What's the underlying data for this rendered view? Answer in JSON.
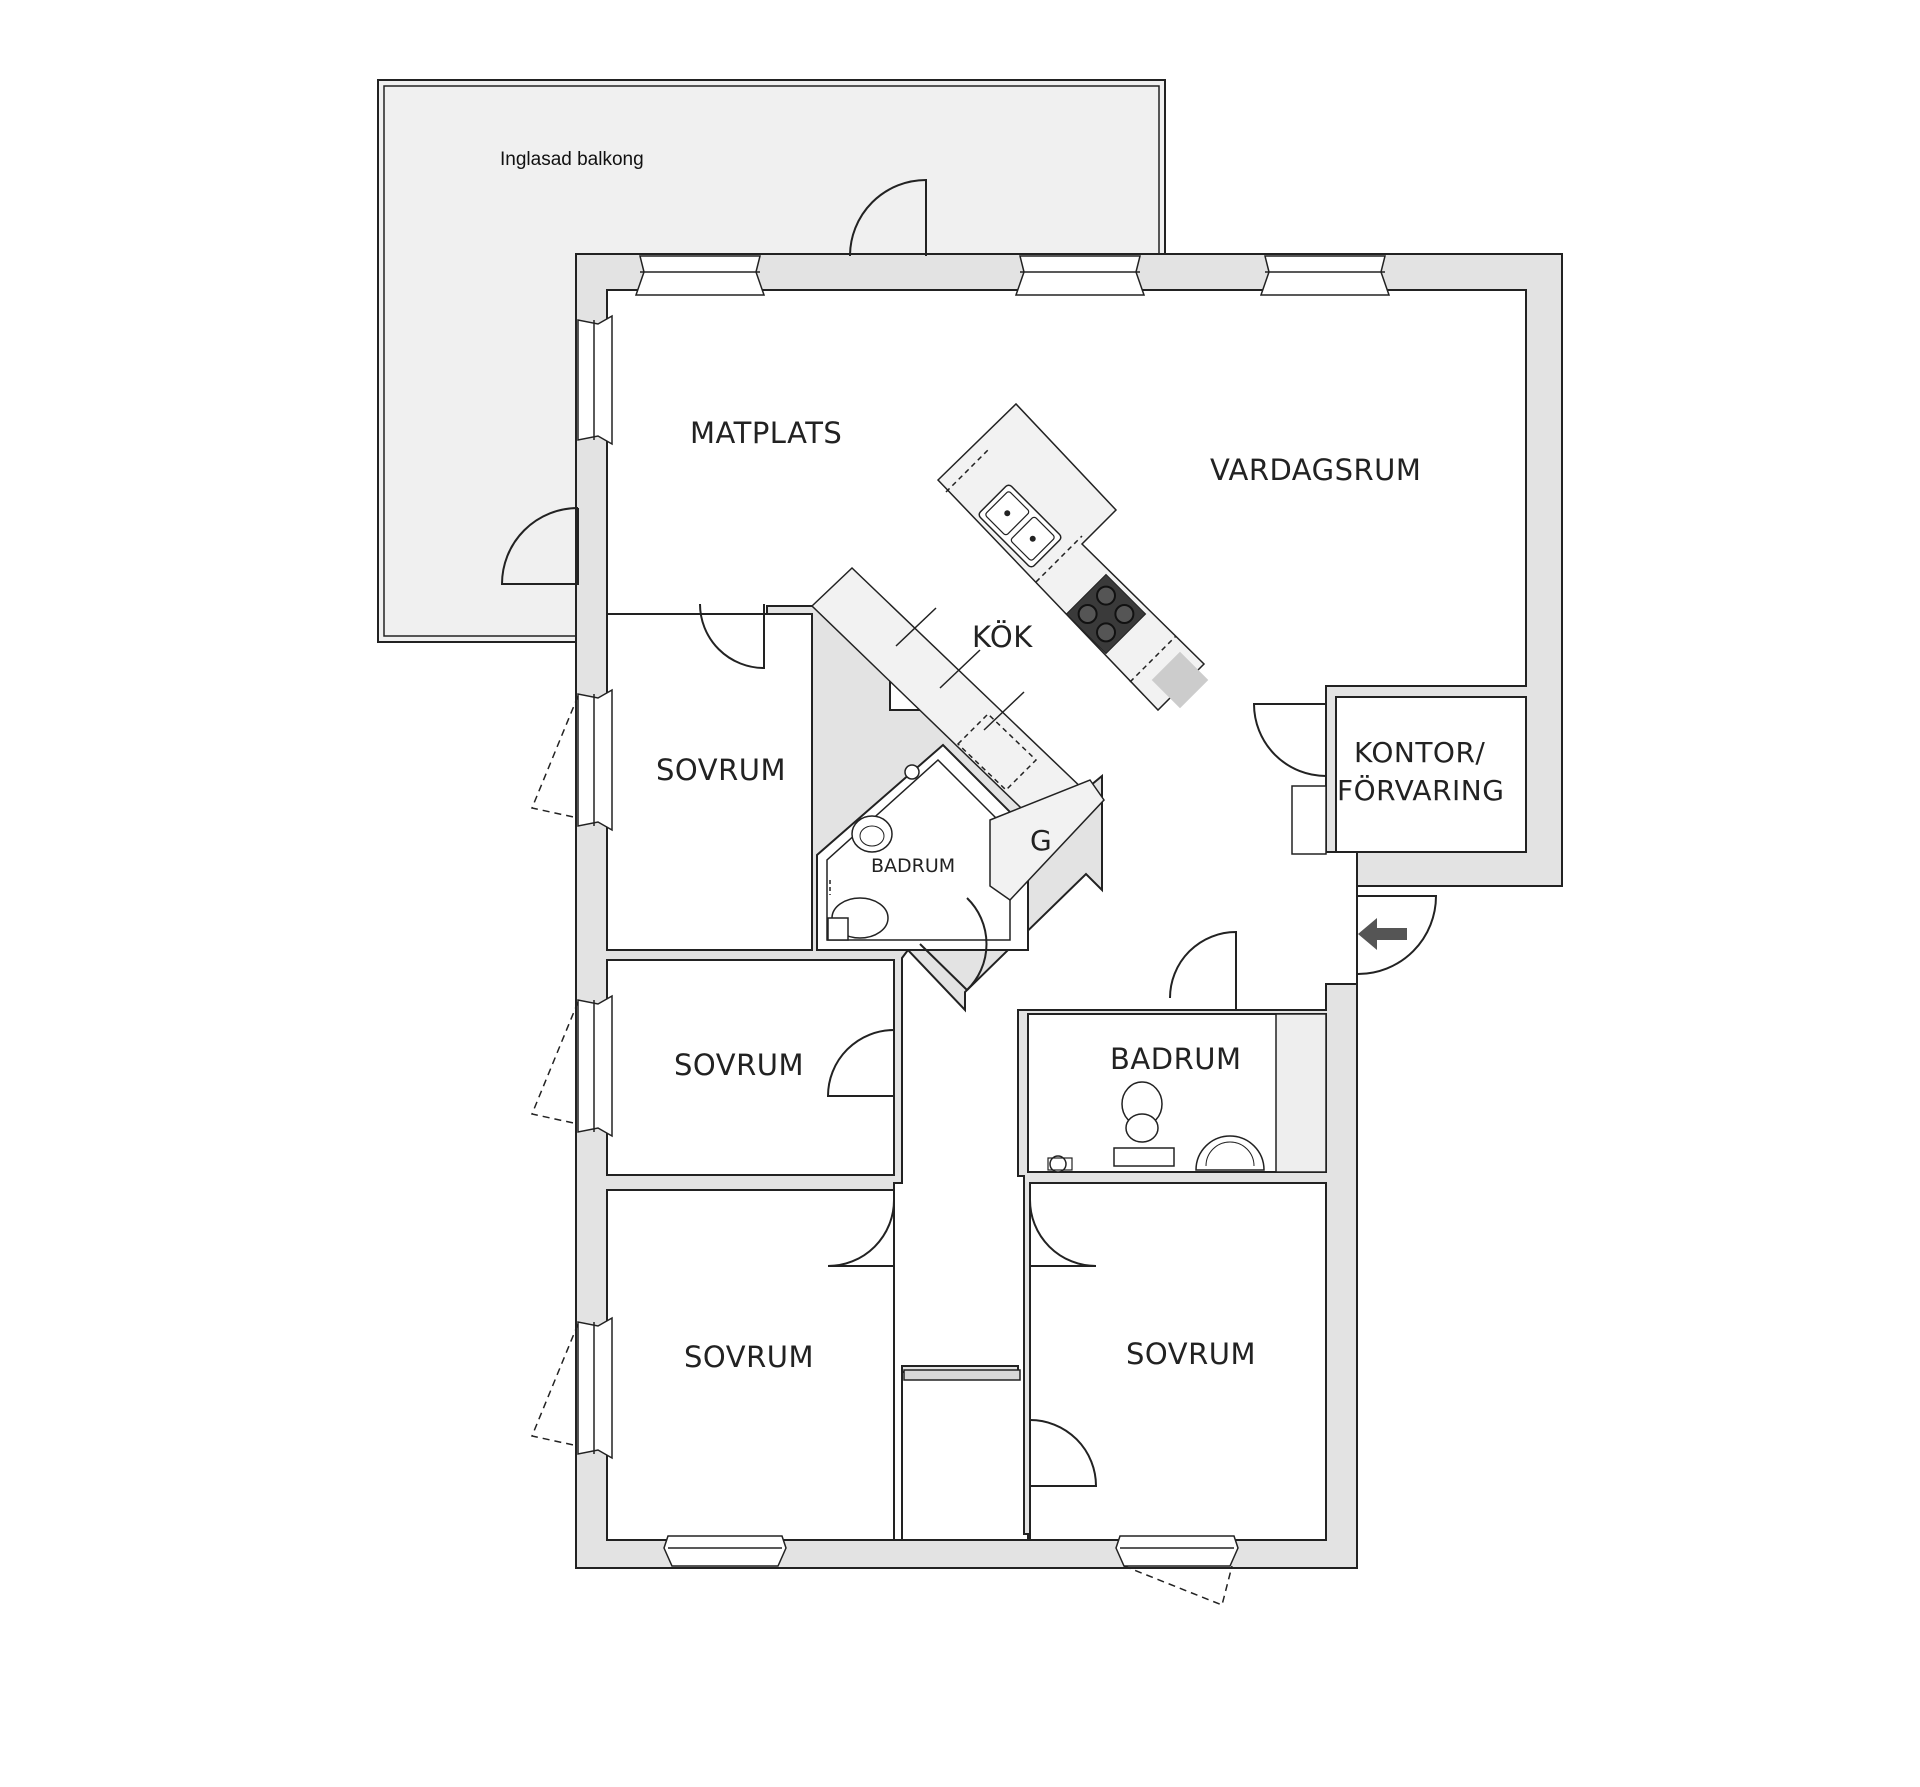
{
  "plan": {
    "balcony_label": "Inglasad balkong",
    "rooms": {
      "matplats": "MATPLATS",
      "vardagsrum": "VARDAGSRUM",
      "kok": "KÖK",
      "kontor_line1": "KONTOR/",
      "kontor_line2": "FÖRVARING",
      "sovrum_1": "SOVRUM",
      "sovrum_2": "SOVRUM",
      "sovrum_3": "SOVRUM",
      "sovrum_4": "SOVRUM",
      "badrum_small": "BADRUM",
      "badrum_large": "BADRUM",
      "appliance_g": "G"
    },
    "icons": [
      "entrance-arrow-icon",
      "sink-icon",
      "stove-icon",
      "toilet-icon",
      "washbasin-icon",
      "shower-icon"
    ],
    "colors": {
      "wall_fill": "#e3e3e3",
      "wall_line": "#222222",
      "balcony_fill": "#f0f0f0",
      "stove": "#3a3a3a"
    }
  }
}
